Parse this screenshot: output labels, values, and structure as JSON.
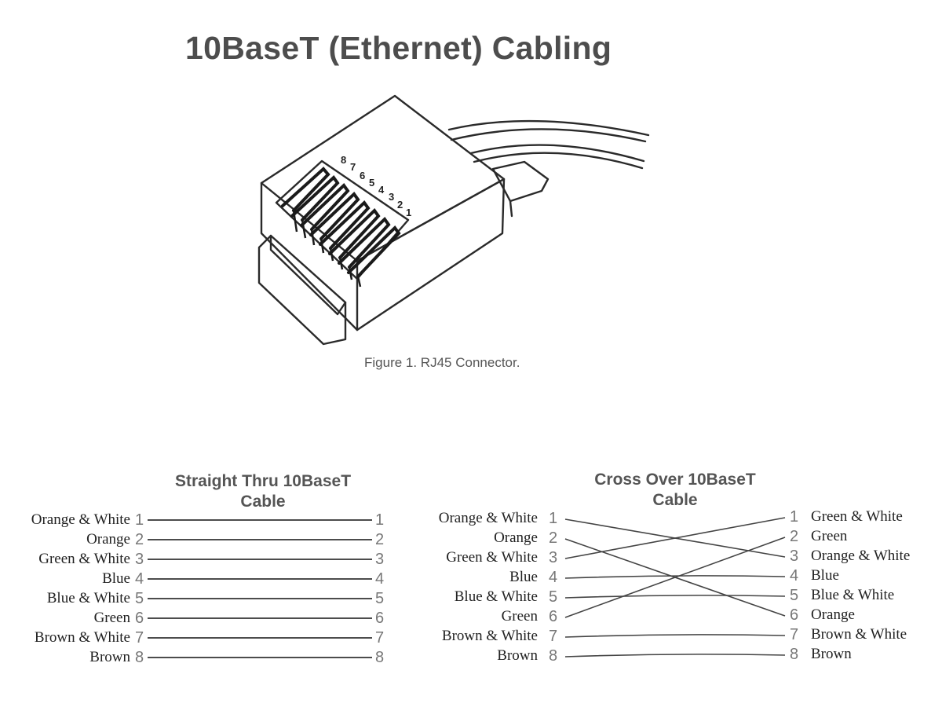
{
  "title": "10BaseT (Ethernet) Cabling",
  "figure_caption": "Figure 1.  RJ45 Connector.",
  "connector_pin_numbers": [
    "8",
    "7",
    "6",
    "5",
    "4",
    "3",
    "2",
    "1"
  ],
  "straight_thru": {
    "title_line1": "Straight Thru 10BaseT",
    "title_line2": "Cable",
    "left_labels": [
      "Orange & White",
      "Orange",
      "Green & White",
      "Blue",
      "Blue & White",
      "Green",
      "Brown & White",
      "Brown"
    ],
    "left_pins": [
      "1",
      "2",
      "3",
      "4",
      "5",
      "6",
      "7",
      "8"
    ],
    "right_pins": [
      "1",
      "2",
      "3",
      "4",
      "5",
      "6",
      "7",
      "8"
    ]
  },
  "cross_over": {
    "title_line1": "Cross Over 10BaseT",
    "title_line2": "Cable",
    "left_labels": [
      "Orange & White",
      "Orange",
      "Green & White",
      "Blue",
      "Blue & White",
      "Green",
      "Brown & White",
      "Brown"
    ],
    "left_pins": [
      "1",
      "2",
      "3",
      "4",
      "5",
      "6",
      "7",
      "8"
    ],
    "right_pins": [
      "1",
      "2",
      "3",
      "4",
      "5",
      "6",
      "7",
      "8"
    ],
    "right_labels": [
      "Green & White",
      "Green",
      "Orange & White",
      "Blue",
      "Blue & White",
      "Orange",
      "Brown & White",
      "Brown"
    ],
    "mapping": [
      3,
      6,
      1,
      4,
      5,
      2,
      7,
      8
    ]
  }
}
